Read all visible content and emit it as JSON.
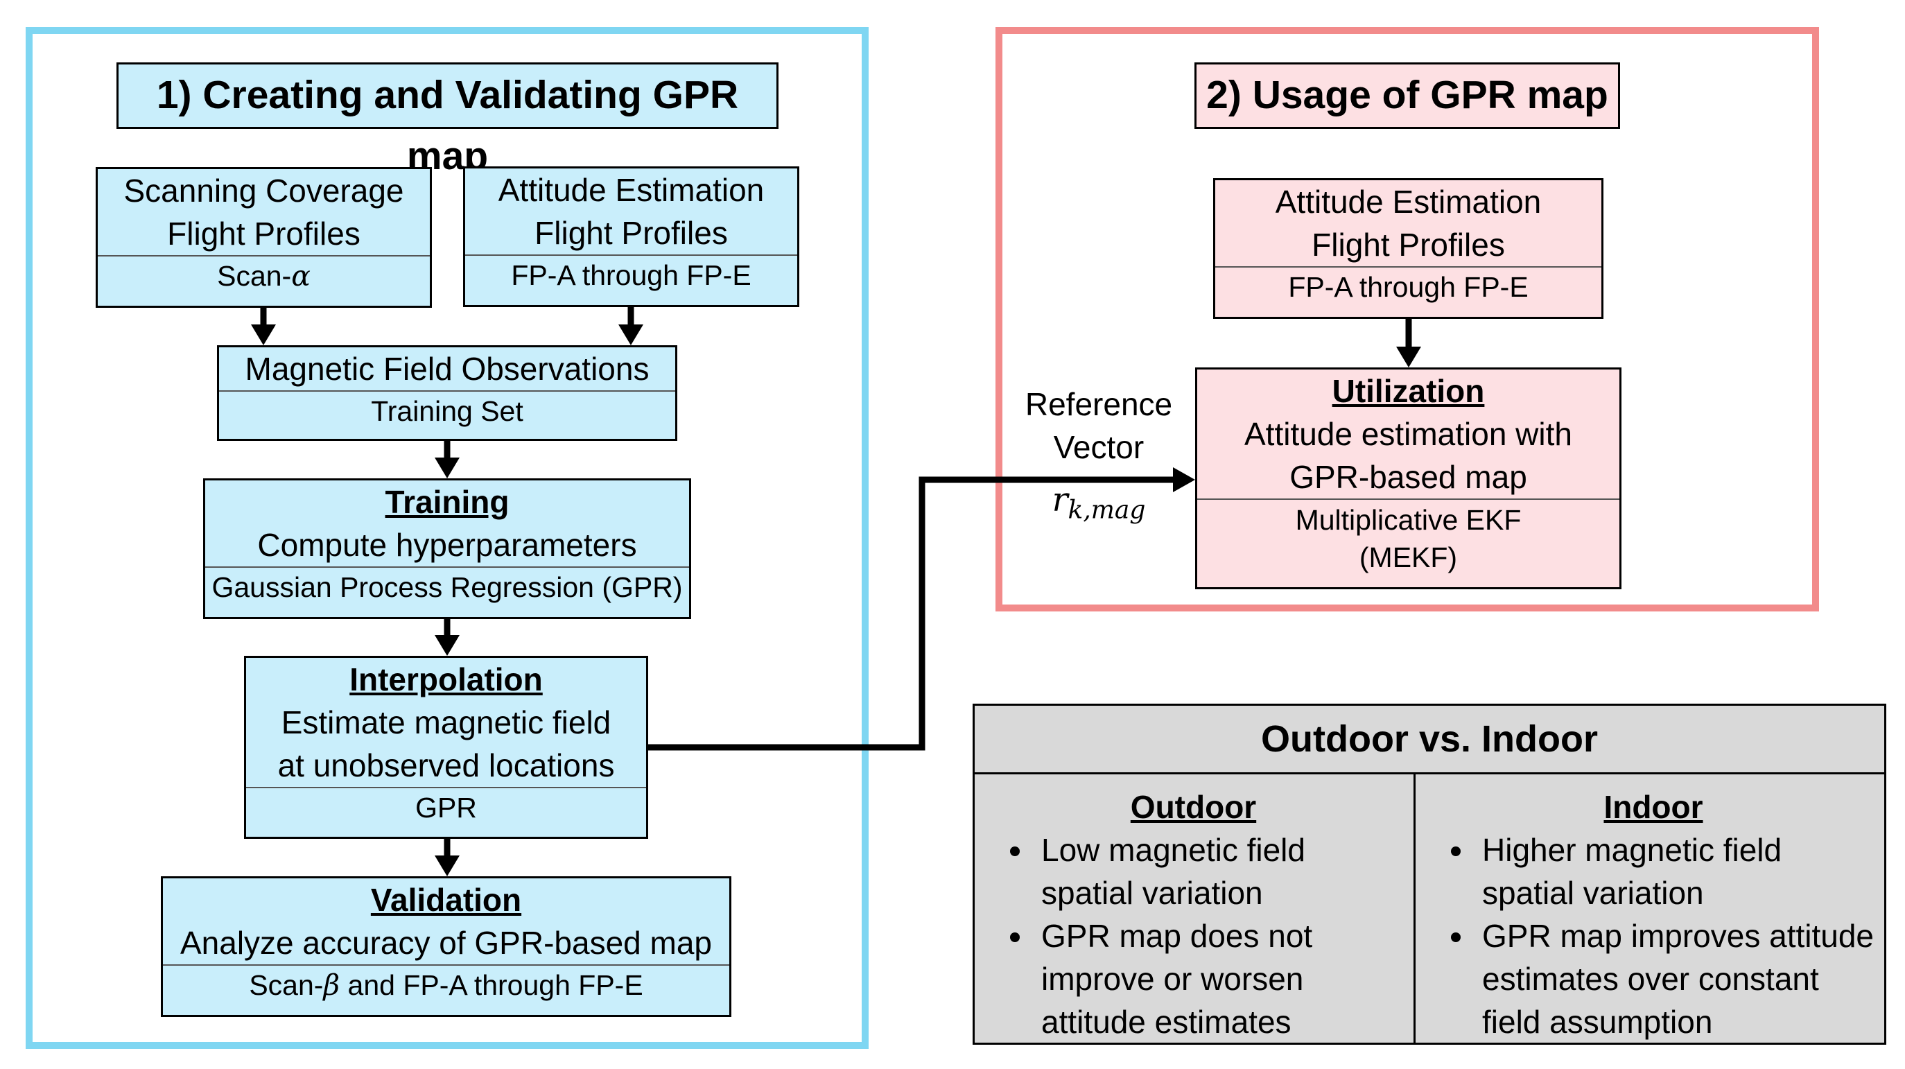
{
  "section1": {
    "title": "1) Creating and Validating GPR map",
    "scanning": {
      "main": [
        "Scanning Coverage",
        "Flight Profiles"
      ],
      "sub_text": "Scan-",
      "sub_symbol": "α"
    },
    "attitude": {
      "main": [
        "Attitude Estimation",
        "Flight Profiles"
      ],
      "sub": "FP-A through FP-E"
    },
    "magnetic": {
      "main": "Magnetic Field Observations",
      "sub": "Training Set"
    },
    "training": {
      "heading": "Training",
      "main": "Compute hyperparameters",
      "sub": "Gaussian Process Regression (GPR)"
    },
    "interpolation": {
      "heading": "Interpolation",
      "main": [
        "Estimate magnetic field",
        "at unobserved locations"
      ],
      "sub": "GPR"
    },
    "validation": {
      "heading": "Validation",
      "main": "Analyze accuracy of GPR-based map",
      "sub_text1": "Scan-",
      "sub_symbol": "β",
      "sub_text2": " and FP-A through FP-E"
    }
  },
  "section2": {
    "title": "2) Usage of GPR map",
    "attitude": {
      "main": [
        "Attitude Estimation",
        "Flight Profiles"
      ],
      "sub": "FP-A through FP-E"
    },
    "utilization": {
      "heading": "Utilization",
      "main": [
        "Attitude estimation with",
        "GPR-based map"
      ],
      "sub": [
        "Multiplicative EKF",
        "(MEKF)"
      ]
    },
    "reference": {
      "lines": [
        "Reference",
        "Vector"
      ],
      "symbol_base": "r",
      "symbol_sub": "k,mag"
    }
  },
  "comparison": {
    "title": "Outdoor vs. Indoor",
    "outdoor": {
      "heading": "Outdoor",
      "bullets": [
        "Low magnetic field spatial variation",
        "GPR map does not improve or worsen attitude estimates"
      ]
    },
    "indoor": {
      "heading": "Indoor",
      "bullets": [
        "Higher magnetic field spatial variation",
        "GPR map improves attitude estimates over constant field assumption"
      ]
    }
  },
  "colors": {
    "blue_border": "#7fd6f2",
    "blue_fill": "#c9eefb",
    "red_border": "#f28b8b",
    "pink_fill": "#fde0e3",
    "gray_fill": "#d9d9d9"
  }
}
